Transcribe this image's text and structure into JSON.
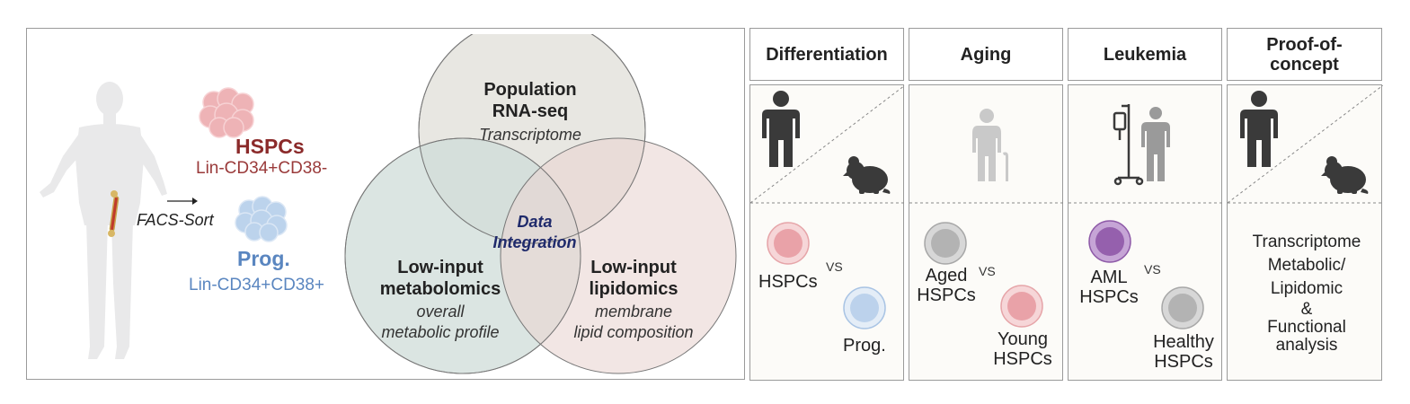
{
  "left": {
    "hspcs_title": "HSPCs",
    "hspcs_marker": "Lin-CD34+CD38-",
    "prog_title": "Prog.",
    "prog_marker": "Lin-CD34+CD38+",
    "facs_label": "FACS-Sort"
  },
  "venn": {
    "top_title_1": "Population",
    "top_title_2": "RNA-seq",
    "top_sub": "Transcriptome",
    "left_title_1": "Low-input",
    "left_title_2": "metabolomics",
    "left_sub_1": "overall",
    "left_sub_2": "metabolic profile",
    "right_title_1": "Low-input",
    "right_title_2": "lipidomics",
    "right_sub_1": "membrane",
    "right_sub_2": "lipid composition",
    "center_1": "Data",
    "center_2": "Integration"
  },
  "columns": {
    "differentiation": {
      "header": "Differentiation",
      "a": "HSPCs",
      "vs": "VS",
      "b": "Prog."
    },
    "aging": {
      "header": "Aging",
      "a1": "Aged",
      "a2": "HSPCs",
      "vs": "VS",
      "b1": "Young",
      "b2": "HSPCs"
    },
    "leukemia": {
      "header": "Leukemia",
      "a1": "AML",
      "a2": "HSPCs",
      "vs": "VS",
      "b1": "Healthy",
      "b2": "HSPCs"
    },
    "proof": {
      "header_1": "Proof-of-",
      "header_2": "concept",
      "l1": "Transcriptome",
      "l2": "Metabolic/",
      "l3": "Lipidomic",
      "l4": "&",
      "l5": "Functional",
      "l6": "analysis"
    }
  },
  "colors": {
    "hspc_red": "#8b2a2a",
    "marker_red": "#9a3a3a",
    "prog_blue": "#5a86c0",
    "venn_top": "#e6e4df",
    "venn_left": "#cfdcd8",
    "venn_right": "#ead6d2",
    "integration_navy": "#1f2a6b"
  }
}
